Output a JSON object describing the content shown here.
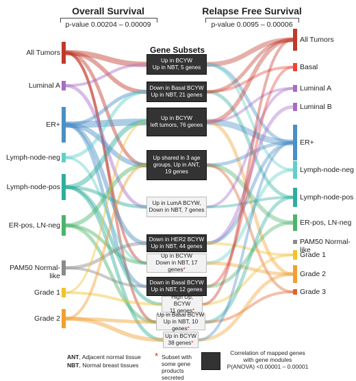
{
  "headers": {
    "os_title": "Overall Survival",
    "os_pvalue": "p-value 0.00204 – 0.00009",
    "rfs_title": "Relapse Free Survival",
    "rfs_pvalue": "p-value 0.0095 – 0.00006",
    "gene_subsets_title": "Gene Subsets"
  },
  "left_nodes": [
    {
      "label": "All Tumors",
      "color": "#c0392b"
    },
    {
      "label": "Luminal A",
      "color": "#a66bc7"
    },
    {
      "label": "ER+",
      "color": "#4a8fc5"
    },
    {
      "label": "Lymph-node-neg",
      "color": "#5fd0c9"
    },
    {
      "label": "Lymph-node-pos",
      "color": "#2fae9c"
    },
    {
      "label": "ER-pos, LN-neg",
      "color": "#4db36a"
    },
    {
      "label": "PAM50 Normal-like",
      "color": "#8a8a8a"
    },
    {
      "label": "Grade 1",
      "color": "#f2c12e"
    },
    {
      "label": "Grade 2",
      "color": "#f0a030"
    }
  ],
  "right_nodes": [
    {
      "label": "All Tumors",
      "color": "#c0392b"
    },
    {
      "label": "Basal",
      "color": "#e8463a"
    },
    {
      "label": "Luminal A",
      "color": "#a66bc7"
    },
    {
      "label": "Luminal B",
      "color": "#a66bc7"
    },
    {
      "label": "ER+",
      "color": "#4a8fc5"
    },
    {
      "label": "Lymph-node-neg",
      "color": "#5fd0c9"
    },
    {
      "label": "Lymph-node-pos",
      "color": "#2fae9c"
    },
    {
      "label": "ER-pos, LN-neg",
      "color": "#4db36a"
    },
    {
      "label": "PAM50 Normal-like",
      "color": "#8a8a8a"
    },
    {
      "label": "Grade 1",
      "color": "#f2c12e"
    },
    {
      "label": "Grade 2",
      "color": "#f0a030"
    },
    {
      "label": "Grade 3",
      "color": "#e0612a"
    }
  ],
  "subsets": [
    {
      "line1": "Up in BCYW",
      "line2": "Up in NBT, 5 genes",
      "line3": "",
      "dark": true
    },
    {
      "line1": "Down in Basal BCYW",
      "line2": "Up in NBT, 21 genes",
      "line3": "",
      "dark": true
    },
    {
      "line1": "Up in BCYW",
      "line2": "left tumors, 76 genes",
      "line3": "",
      "dark": true
    },
    {
      "line1": "Up shared in 3 age",
      "line2": "groups, Up in ANT,",
      "line3": "19 genes",
      "dark": true
    },
    {
      "line1": "Up in LumA  BCYW,",
      "line2": "Down in NBT, 7 genes",
      "line3": "",
      "dark": false
    },
    {
      "line1": "Down in HER2 BCYW",
      "line2": "Up in NBT, 44 genes",
      "line3": "",
      "dark": true
    },
    {
      "line1": "Up in BCYW",
      "line2": "Down in NBT, 17 genes",
      "line3": "",
      "dark": false,
      "star": "*"
    },
    {
      "line1": "Down in Basal BCYW",
      "line2": "Up in NBT, 12 genes",
      "line3": "",
      "dark": true
    },
    {
      "line1": "High Up, BCYW",
      "line2": "11 genes",
      "line3": "",
      "dark": false,
      "star": "*"
    },
    {
      "line1": "Up in Basal BCYW",
      "line2": "Up in NBT, 10 genes",
      "line3": "",
      "dark": false,
      "star": "*"
    },
    {
      "line1": "Up in BCYW",
      "line2": "38 genes",
      "line3": "",
      "dark": false,
      "star": "*"
    }
  ],
  "legend": {
    "ant_abbr": "ANT",
    "ant_text": ", Adjacent normal tissue",
    "nbt_abbr": "NBT",
    "nbt_text": ", Normal breast tissues",
    "star_symbol": "*",
    "star_text": "Subset with some gene products secreted",
    "box_text_line1": "Correlation of mapped genes",
    "box_text_line2": "with gene modules",
    "box_text_line3": "P(ANOVA) <0.00001 – 0.00001"
  }
}
